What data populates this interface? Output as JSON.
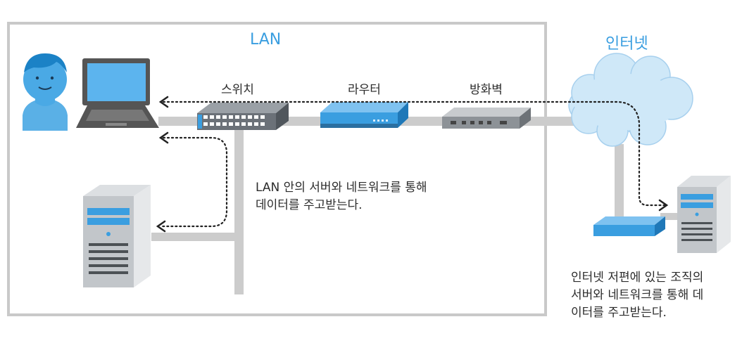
{
  "lan_label": "LAN",
  "internet_label": "인터넷",
  "devices": {
    "switch": "스위치",
    "router": "라우터",
    "firewall": "방화벽"
  },
  "lan_desc": "LAN 안의 서버와 네트워크를 통해\n데이터를 주고받는다.",
  "internet_desc": "인터넷 저편에 있는 조직의\n서버와 네트워크를 통해 데\n이터를 주고받는다.",
  "colors": {
    "accent_blue": "#3a9ee0",
    "cloud": "#cfe8f8",
    "box_border": "#c9c9c9",
    "cable": "#cccccc"
  }
}
